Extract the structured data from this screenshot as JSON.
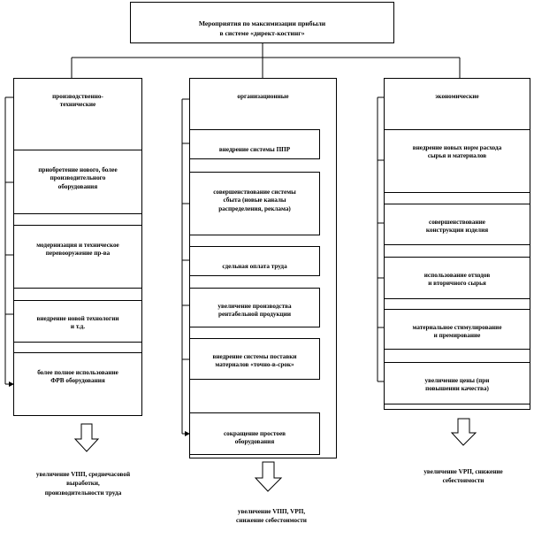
{
  "title": "Мероприятия по максимизации прибыли\nв системе «директ-костинг»",
  "columns": [
    {
      "header": "производственно-\nтехнические",
      "items": [
        "приобретение нового, более\nпроизводительного\nоборудования",
        "модернизация и техническое\nперевооружение пр-ва",
        "внедрение новой технологии\nи т.д.",
        "более полное использование\nФРВ оборудования"
      ],
      "result": "увеличение VПП, среднечасовой\nвыработки,\nпроизводительности труда"
    },
    {
      "header": "организационные",
      "items": [
        "внедрение системы ППР",
        "совершенствование системы\nсбыта (новые каналы\nраспределения, реклама)",
        "сдельная оплата труда",
        "увеличение производства\nрентабельной продукции",
        "внедрение системы поставки\nматериалов «точно-в-срок»",
        "сокращение простоев\nоборудования"
      ],
      "result": "увеличение VПП, VРП,\nснижение себестоимости"
    },
    {
      "header": "экономические",
      "items": [
        "внедрение новых норм расхода\nсырья и материалов",
        "совершенствование\nконструкции изделия",
        "использование отходов\nи вторичного сырья",
        "материальное стимулирование\nи премирование",
        "увеличение цены (при\nповышении качества)"
      ],
      "result": "увеличение VРП, снижение\nсебестоимости"
    }
  ]
}
